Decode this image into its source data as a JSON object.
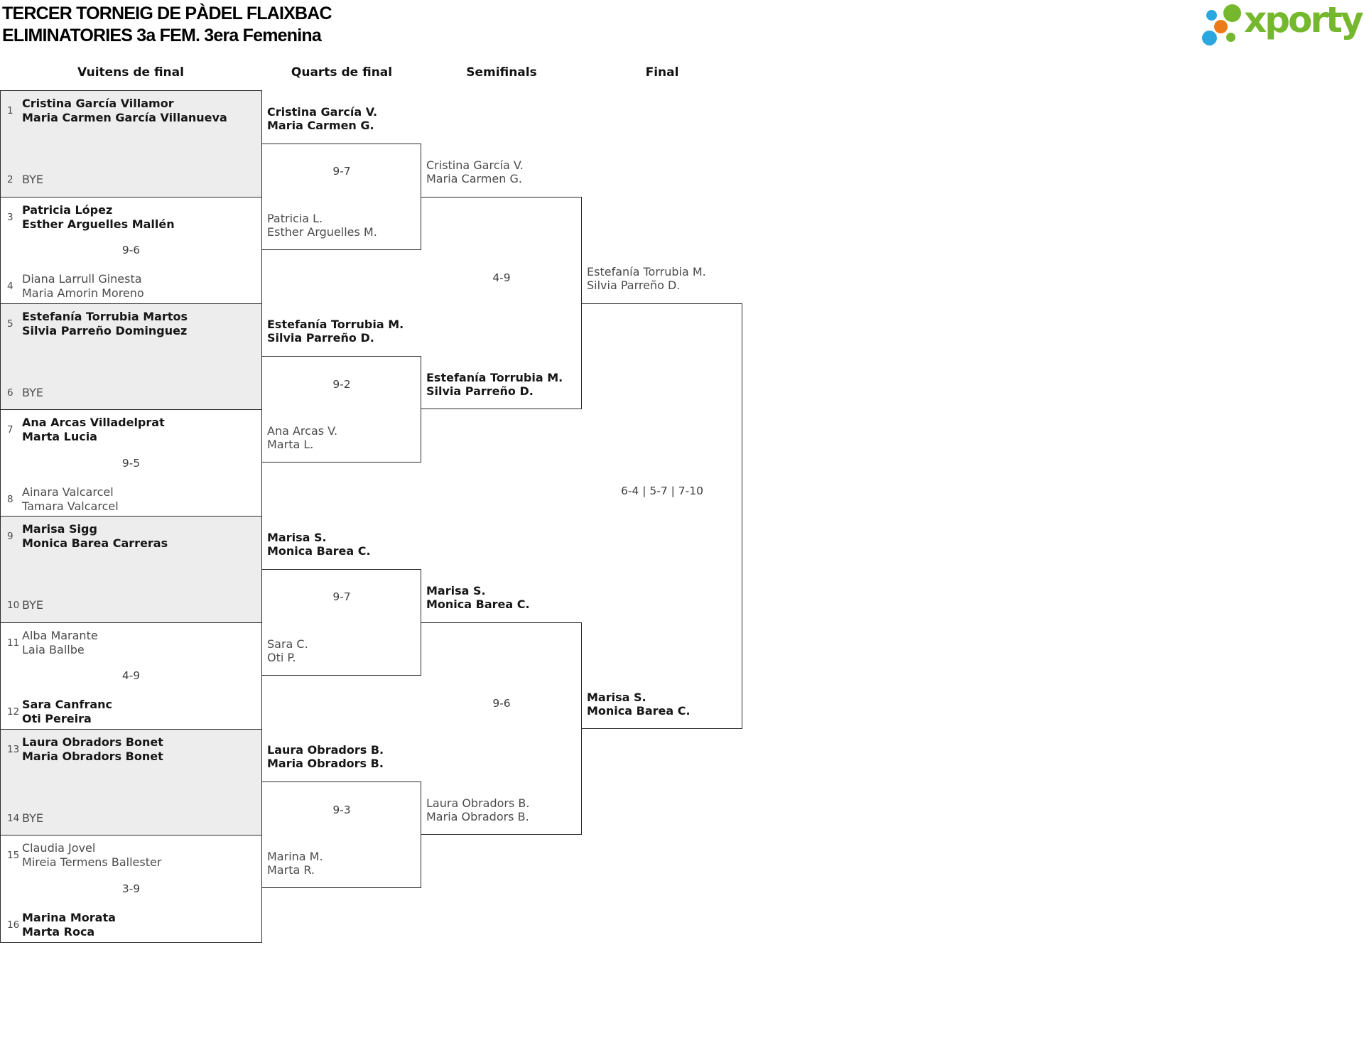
{
  "page": {
    "title_line1": "TERCER TORNEIG DE PÀDEL FLAIXBAC",
    "title_line2": "ELIMINATORIES 3a FEM. 3era Femenina"
  },
  "logo": {
    "text": "xporty",
    "colors": {
      "green": "#76b82d",
      "blue": "#2ba7df",
      "orange": "#ec7a18"
    }
  },
  "colors": {
    "shaded_box": "#ededed",
    "border": "#2a2a2a",
    "winner_text": "#161616",
    "loser_text": "#4b4b4b"
  },
  "rounds": [
    {
      "label": "Vuitens de final"
    },
    {
      "label": "Quarts de final"
    },
    {
      "label": "Semifinals"
    },
    {
      "label": "Final"
    }
  ],
  "bracket": {
    "round_of_16": [
      {
        "score": "",
        "shaded": true,
        "teams": [
          {
            "seed": "1",
            "lines": [
              "Cristina García Villamor",
              "Maria Carmen García Villanueva"
            ],
            "winner": true
          },
          {
            "seed": "2",
            "lines": [
              "BYE"
            ],
            "winner": false
          }
        ]
      },
      {
        "score": "9-6",
        "shaded": false,
        "teams": [
          {
            "seed": "3",
            "lines": [
              "Patricia López",
              "Esther Arguelles Mallén"
            ],
            "winner": true
          },
          {
            "seed": "4",
            "lines": [
              "Diana Larrull Ginesta",
              "Maria Amorin Moreno"
            ],
            "winner": false
          }
        ]
      },
      {
        "score": "",
        "shaded": true,
        "teams": [
          {
            "seed": "5",
            "lines": [
              "Estefanía Torrubia Martos",
              "Silvia Parreño Dominguez"
            ],
            "winner": true
          },
          {
            "seed": "6",
            "lines": [
              "BYE"
            ],
            "winner": false
          }
        ]
      },
      {
        "score": "9-5",
        "shaded": false,
        "teams": [
          {
            "seed": "7",
            "lines": [
              "Ana Arcas Villadelprat",
              "Marta Lucia"
            ],
            "winner": true
          },
          {
            "seed": "8",
            "lines": [
              "Ainara Valcarcel",
              "Tamara Valcarcel"
            ],
            "winner": false
          }
        ]
      },
      {
        "score": "",
        "shaded": true,
        "teams": [
          {
            "seed": "9",
            "lines": [
              "Marisa Sigg",
              "Monica Barea Carreras"
            ],
            "winner": true
          },
          {
            "seed": "10",
            "lines": [
              "BYE"
            ],
            "winner": false
          }
        ]
      },
      {
        "score": "4-9",
        "shaded": false,
        "teams": [
          {
            "seed": "11",
            "lines": [
              "Alba Marante",
              "Laia Ballbe"
            ],
            "winner": false
          },
          {
            "seed": "12",
            "lines": [
              "Sara Canfranc",
              "Oti Pereira"
            ],
            "winner": true
          }
        ]
      },
      {
        "score": "",
        "shaded": true,
        "teams": [
          {
            "seed": "13",
            "lines": [
              "Laura Obradors Bonet",
              "Maria Obradors Bonet"
            ],
            "winner": true
          },
          {
            "seed": "14",
            "lines": [
              "BYE"
            ],
            "winner": false
          }
        ]
      },
      {
        "score": "3-9",
        "shaded": false,
        "teams": [
          {
            "seed": "15",
            "lines": [
              "Claudia Jovel",
              "Mireia Termens Ballester"
            ],
            "winner": false
          },
          {
            "seed": "16",
            "lines": [
              "Marina Morata",
              "Marta Roca"
            ],
            "winner": true
          }
        ]
      }
    ],
    "quarterfinals": [
      {
        "score": "9-7",
        "teams": [
          {
            "lines": [
              "Cristina García V.",
              "Maria Carmen G."
            ],
            "winner": true
          },
          {
            "lines": [
              "Patricia L.",
              "Esther Arguelles M."
            ],
            "winner": false
          }
        ]
      },
      {
        "score": "9-2",
        "teams": [
          {
            "lines": [
              "Estefanía Torrubia M.",
              "Silvia Parreño D."
            ],
            "winner": true
          },
          {
            "lines": [
              "Ana Arcas V.",
              "Marta L."
            ],
            "winner": false
          }
        ]
      },
      {
        "score": "9-7",
        "teams": [
          {
            "lines": [
              "Marisa S.",
              "Monica Barea C."
            ],
            "winner": true
          },
          {
            "lines": [
              "Sara C.",
              "Oti P."
            ],
            "winner": false
          }
        ]
      },
      {
        "score": "9-3",
        "teams": [
          {
            "lines": [
              "Laura Obradors B.",
              "Maria Obradors B."
            ],
            "winner": true
          },
          {
            "lines": [
              "Marina M.",
              "Marta R."
            ],
            "winner": false
          }
        ]
      }
    ],
    "semifinals": [
      {
        "score": "4-9",
        "teams": [
          {
            "lines": [
              "Cristina García V.",
              "Maria Carmen G."
            ],
            "winner": false
          },
          {
            "lines": [
              "Estefanía Torrubia M.",
              "Silvia Parreño D."
            ],
            "winner": true
          }
        ]
      },
      {
        "score": "9-6",
        "teams": [
          {
            "lines": [
              "Marisa S.",
              "Monica Barea C."
            ],
            "winner": true
          },
          {
            "lines": [
              "Laura Obradors B.",
              "Maria Obradors B."
            ],
            "winner": false
          }
        ]
      }
    ],
    "final": [
      {
        "score": "6-4 | 5-7 | 7-10",
        "teams": [
          {
            "lines": [
              "Estefanía Torrubia M.",
              "Silvia Parreño D."
            ],
            "winner": false
          },
          {
            "lines": [
              "Marisa S.",
              "Monica Barea C."
            ],
            "winner": true
          }
        ]
      }
    ]
  }
}
